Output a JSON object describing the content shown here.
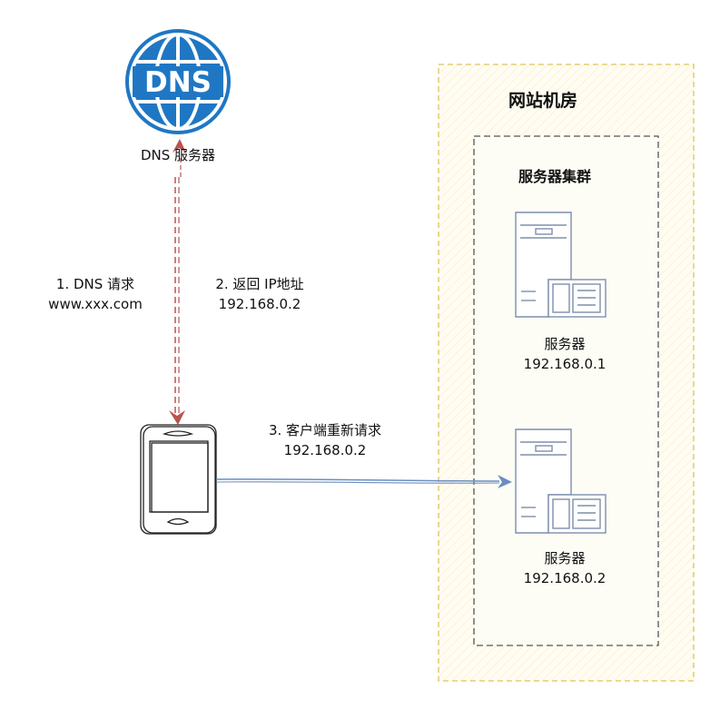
{
  "dns_server": {
    "icon_text": "DNS",
    "label": "DNS 服务器"
  },
  "steps": {
    "step1": {
      "line1": "1. DNS 请求",
      "line2": "www.xxx.com"
    },
    "step2": {
      "line1": "2. 返回 IP地址",
      "line2": "192.168.0.2"
    },
    "step3": {
      "line1": "3. 客户端重新请求",
      "line2": "192.168.0.2"
    }
  },
  "datacenter": {
    "title": "网站机房"
  },
  "cluster": {
    "title": "服务器集群"
  },
  "servers": [
    {
      "name": "服务器",
      "ip": "192.168.0.1"
    },
    {
      "name": "服务器",
      "ip": "192.168.0.2"
    }
  ],
  "colors": {
    "dns_blue": "#1f77c4",
    "arrow_red": "#b85450",
    "arrow_blue": "#6c8ebf",
    "server_outline": "#7d8fab",
    "datacenter_border": "#e0c25a",
    "datacenter_fill": "#fffdf3",
    "cluster_border": "#555555"
  }
}
